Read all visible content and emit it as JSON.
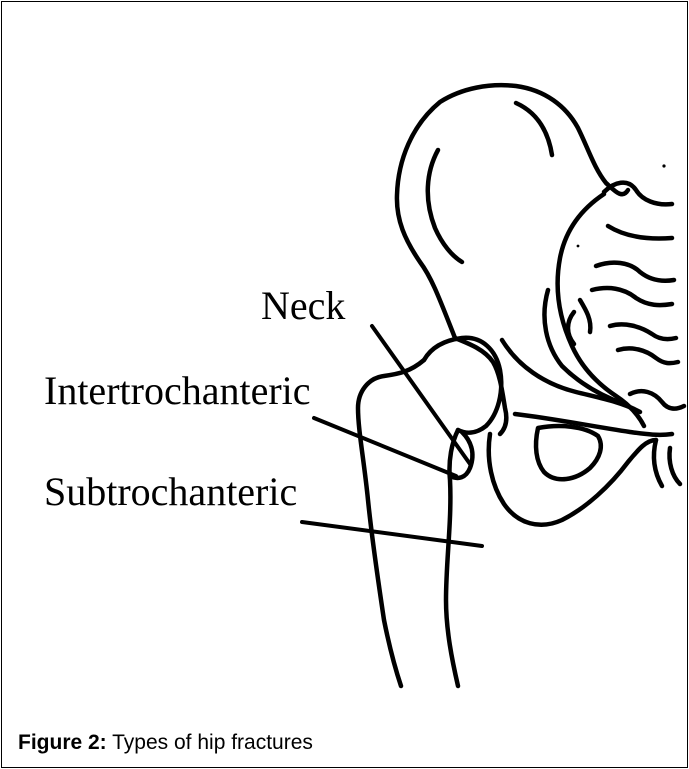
{
  "figure": {
    "labels": {
      "neck": "Neck",
      "intertrochanteric": "Intertrochanteric",
      "subtrochanteric": "Subtrochanteric"
    },
    "caption": {
      "label": "Figure 2:",
      "text": " Types of hip fractures"
    }
  }
}
